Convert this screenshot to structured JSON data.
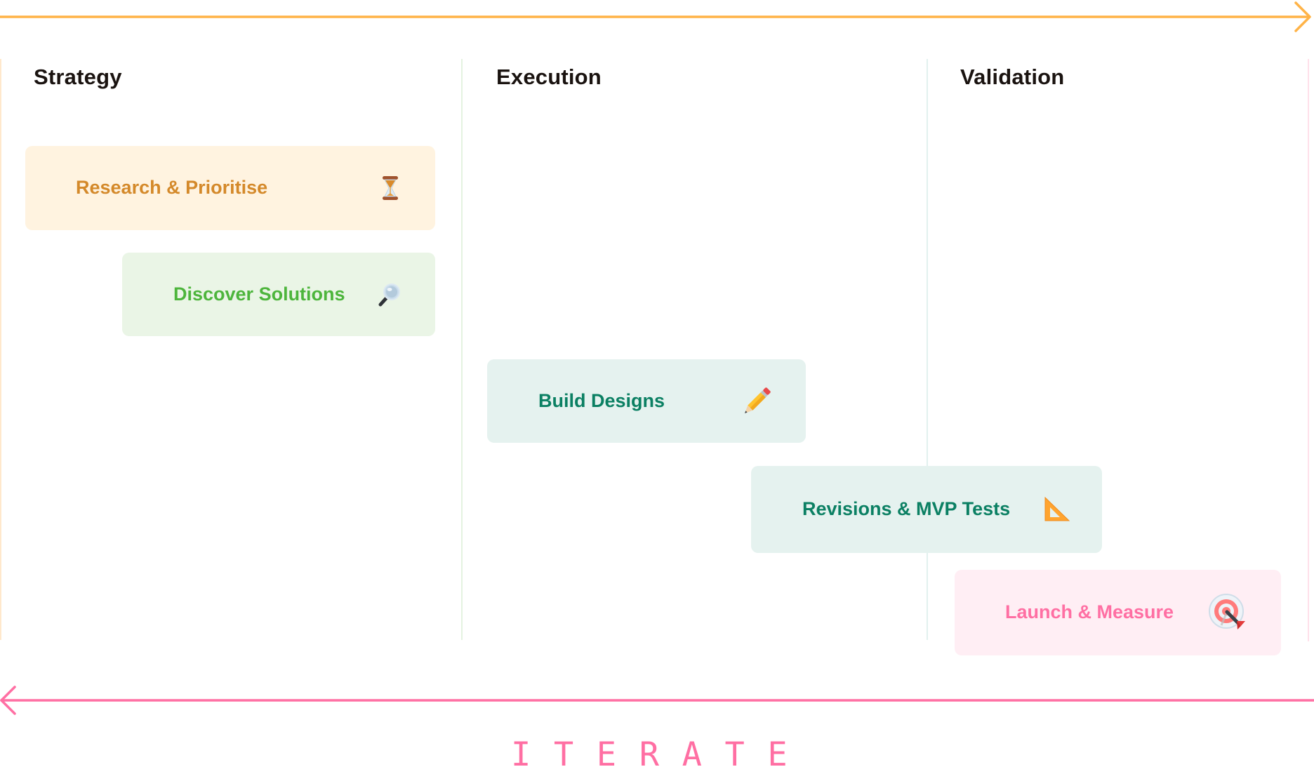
{
  "diagram": {
    "top_arrow": {
      "direction": "right",
      "color": "#FFB347"
    },
    "bottom_arrow": {
      "direction": "left",
      "color": "#FF6FA3"
    },
    "columns": [
      {
        "title": "Strategy",
        "divider_color": "#FFE8CC"
      },
      {
        "title": "Execution",
        "divider_color": "#E4F2E0"
      },
      {
        "title": "Validation",
        "divider_color": "#E2F1EF"
      }
    ],
    "right_divider_color": "#FFE0EA",
    "cards": [
      {
        "label": "Research & Prioritise",
        "icon": "hourglass-icon",
        "bg": "#FFF3E0",
        "text_color": "#D4892A"
      },
      {
        "label": "Discover Solutions",
        "icon": "magnifying-glass-icon",
        "bg": "#EAF5E6",
        "text_color": "#4DB53C"
      },
      {
        "label": "Build Designs",
        "icon": "pencil-icon",
        "bg": "#E5F2EF",
        "text_color": "#0B8063"
      },
      {
        "label": "Revisions & MVP Tests",
        "icon": "triangle-ruler-icon",
        "bg": "#E5F2EF",
        "text_color": "#0B8063"
      },
      {
        "label": "Launch & Measure",
        "icon": "target-dart-icon",
        "bg": "#FFEEF4",
        "text_color": "#FF6FA3"
      }
    ],
    "footer_label": "ITERATE"
  }
}
